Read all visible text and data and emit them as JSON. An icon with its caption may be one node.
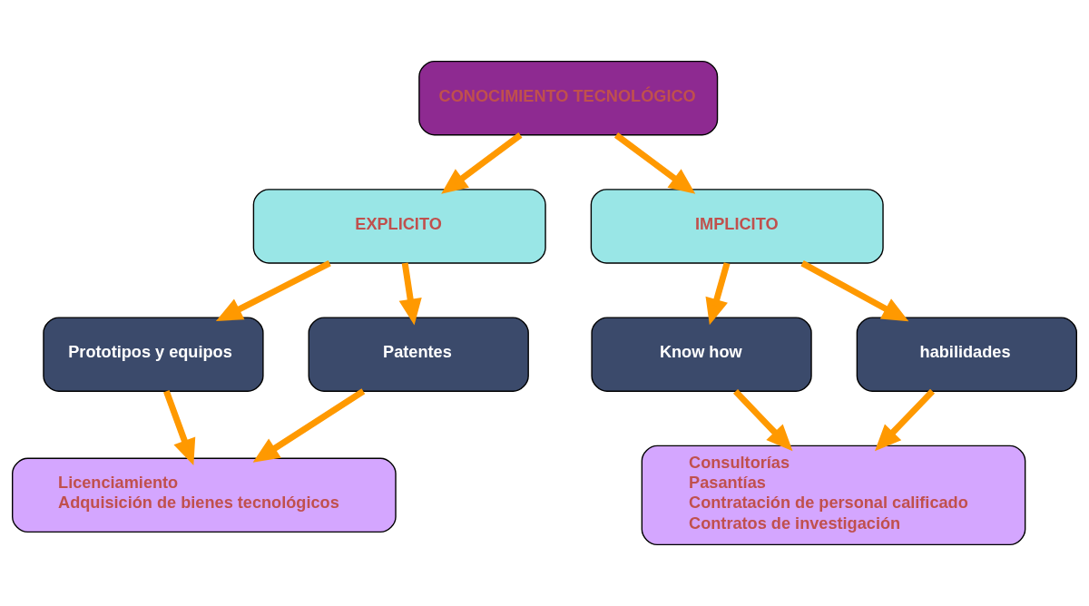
{
  "diagram": {
    "nodes": [
      {
        "text": [
          "CONOCIMIENTO TECNOLÓGICO"
        ]
      },
      {
        "text": [
          "EXPLICITO"
        ]
      },
      {
        "text": [
          "IMPLICITO"
        ]
      },
      {
        "text": [
          "Prototipos y equipos"
        ]
      },
      {
        "text": [
          "Patentes"
        ]
      },
      {
        "text": [
          "Know how"
        ]
      },
      {
        "text": [
          "habilidades"
        ]
      },
      {
        "text": [
          "Licenciamiento",
          "Adquisición de bienes tecnológicos"
        ]
      },
      {
        "text": [
          "Consultorías",
          "Pasantías",
          "Contratación de personal calificado",
          "Contratos de investigación"
        ]
      }
    ],
    "edges": [
      {
        "from": 0,
        "to": 1,
        "arrow": "to"
      },
      {
        "from": 0,
        "to": 2,
        "arrow": "to"
      },
      {
        "from": 1,
        "to": 3,
        "arrow": "to"
      },
      {
        "from": 1,
        "to": 4,
        "arrow": "to"
      },
      {
        "from": 2,
        "to": 5,
        "arrow": "to"
      },
      {
        "from": 2,
        "to": 6,
        "arrow": "to"
      },
      {
        "from": 3,
        "to": 7,
        "arrow": "to"
      },
      {
        "from": 4,
        "to": 7,
        "arrow": "to"
      },
      {
        "from": 5,
        "to": 8,
        "arrow": "to"
      },
      {
        "from": 6,
        "to": 8,
        "arrow": "to"
      }
    ]
  }
}
